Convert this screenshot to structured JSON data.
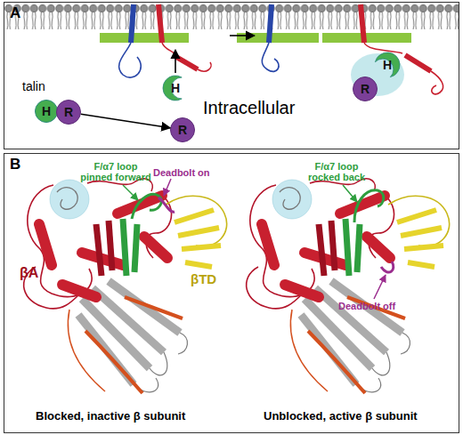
{
  "diagram": {
    "nodes": [
      {
        "text": [
          "A"
        ]
      },
      {
        "text": [
          "H"
        ],
        "in": 0
      },
      {
        "text": [
          "R"
        ],
        "in": 0
      },
      {
        "text": [
          "H"
        ],
        "in": 0
      },
      {
        "text": [
          "R"
        ],
        "in": 0
      },
      {
        "text": [
          "H"
        ],
        "in": 0
      },
      {
        "text": [
          "R"
        ],
        "in": 0
      },
      {
        "text": [
          "B"
        ]
      }
    ],
    "edges": [
      {
        "from": 2,
        "to": 4,
        "arrow": "to"
      }
    ],
    "labels": [
      "talin",
      "Intracellular",
      "F/α7 loop pinned forward",
      "Deadbolt on",
      "βA",
      "βTD",
      "F/α7 loop rocked back",
      "Deadbolt off",
      "Blocked, inactive β subunit",
      "Unblocked, active β subunit"
    ]
  }
}
